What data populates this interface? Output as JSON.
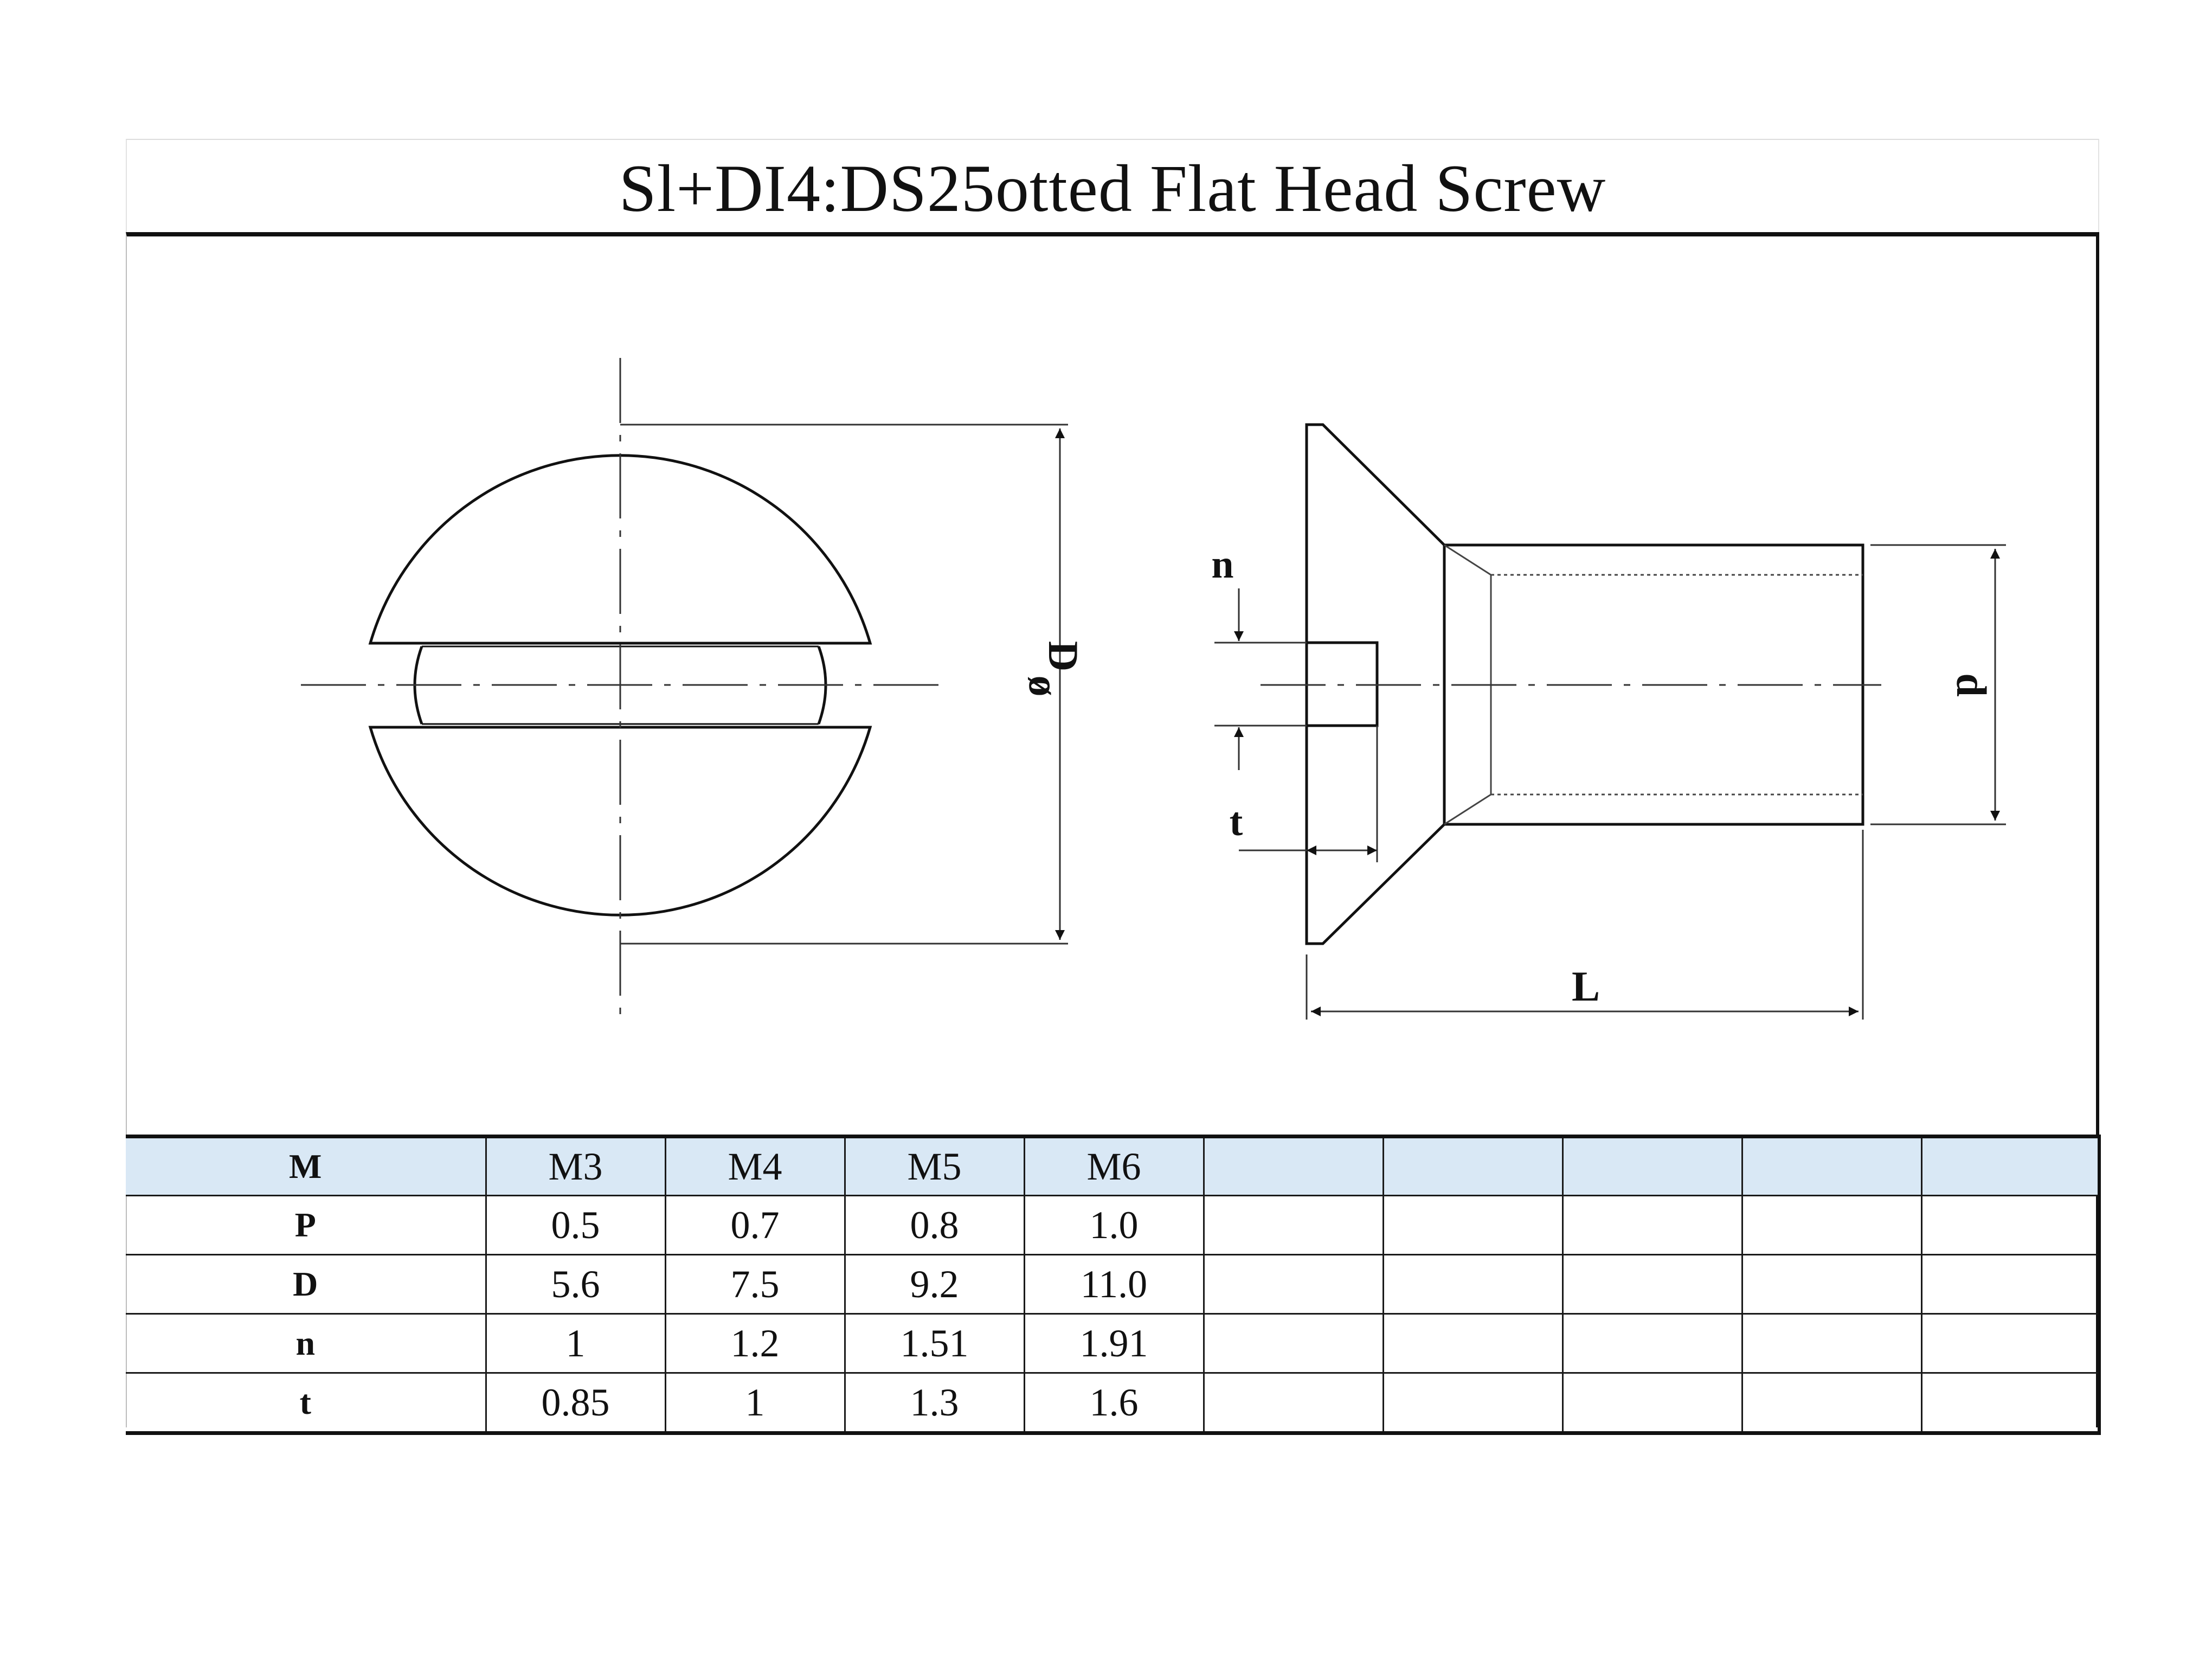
{
  "title": "Sl+DI4:DS25otted Flat Head Screw",
  "dimension_labels": {
    "diameter_head": "D",
    "slot_width": "n",
    "slot_depth": "t",
    "length": "L",
    "shank_diameter": "d"
  },
  "table": {
    "columns": [
      "M",
      "M3",
      "M4",
      "M5",
      "M6",
      "",
      "",
      "",
      "",
      ""
    ],
    "rows": [
      {
        "label": "P",
        "values": [
          "0.5",
          "0.7",
          "0.8",
          "1.0",
          "",
          "",
          "",
          "",
          ""
        ]
      },
      {
        "label": "D",
        "values": [
          "5.6",
          "7.5",
          "9.2",
          "11.0",
          "",
          "",
          "",
          "",
          ""
        ]
      },
      {
        "label": "n",
        "values": [
          "1",
          "1.2",
          "1.51",
          "1.91",
          "",
          "",
          "",
          "",
          ""
        ]
      },
      {
        "label": "t",
        "values": [
          "0.85",
          "1",
          "1.3",
          "1.6",
          "",
          "",
          "",
          "",
          ""
        ]
      }
    ]
  },
  "colors": {
    "header_fill": "#d9e8f5",
    "line": "#111111"
  }
}
